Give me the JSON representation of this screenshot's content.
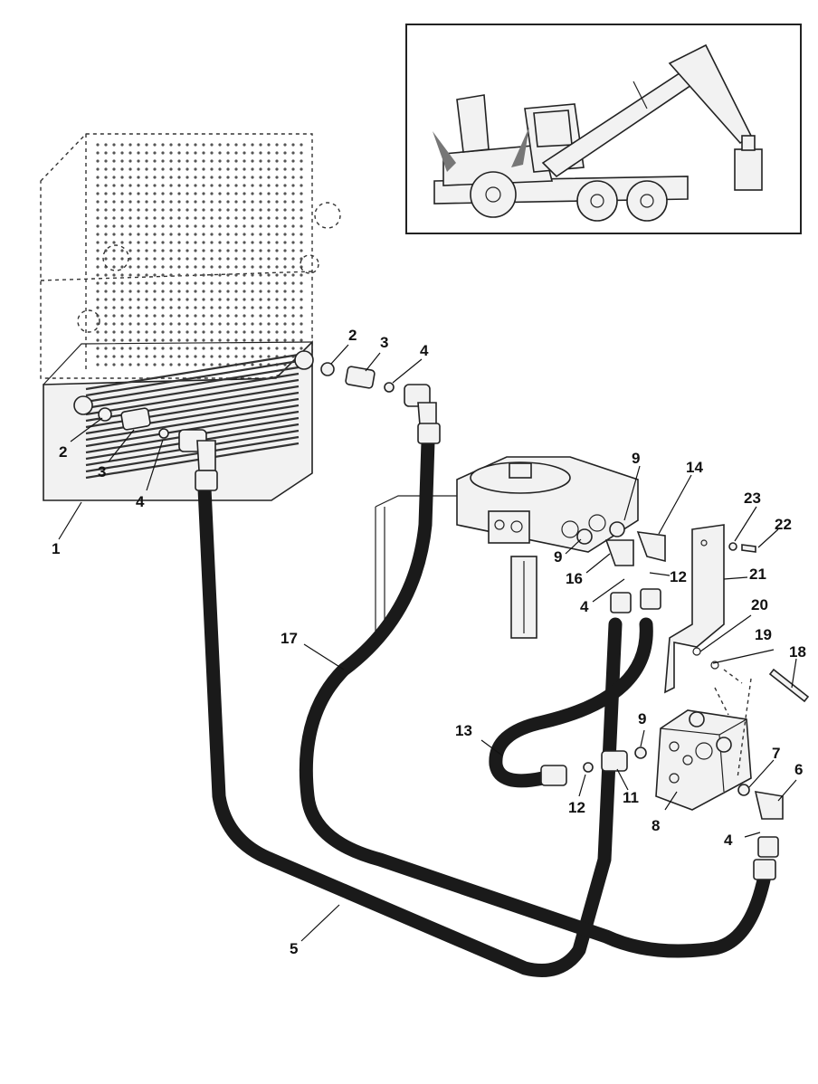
{
  "diagram": {
    "callouts": [
      {
        "id": "c1",
        "text": "1"
      },
      {
        "id": "c2a",
        "text": "2"
      },
      {
        "id": "c2b",
        "text": "2"
      },
      {
        "id": "c3a",
        "text": "3"
      },
      {
        "id": "c3b",
        "text": "3"
      },
      {
        "id": "c4a",
        "text": "4"
      },
      {
        "id": "c4b",
        "text": "4"
      },
      {
        "id": "c4c",
        "text": "4"
      },
      {
        "id": "c4d",
        "text": "4"
      },
      {
        "id": "c5",
        "text": "5"
      },
      {
        "id": "c6",
        "text": "6"
      },
      {
        "id": "c7",
        "text": "7"
      },
      {
        "id": "c8",
        "text": "8"
      },
      {
        "id": "c9a",
        "text": "9"
      },
      {
        "id": "c9b",
        "text": "9"
      },
      {
        "id": "c9c",
        "text": "9"
      },
      {
        "id": "c11",
        "text": "11"
      },
      {
        "id": "c12a",
        "text": "12"
      },
      {
        "id": "c12b",
        "text": "12"
      },
      {
        "id": "c13",
        "text": "13"
      },
      {
        "id": "c14",
        "text": "14"
      },
      {
        "id": "c16",
        "text": "16"
      },
      {
        "id": "c17",
        "text": "17"
      },
      {
        "id": "c18",
        "text": "18"
      },
      {
        "id": "c19",
        "text": "19"
      },
      {
        "id": "c20",
        "text": "20"
      },
      {
        "id": "c21",
        "text": "21"
      },
      {
        "id": "c22",
        "text": "22"
      },
      {
        "id": "c23",
        "text": "23"
      }
    ]
  },
  "colors": {
    "line": "#111111",
    "hose": "#1a1a1a",
    "background": "#ffffff"
  }
}
